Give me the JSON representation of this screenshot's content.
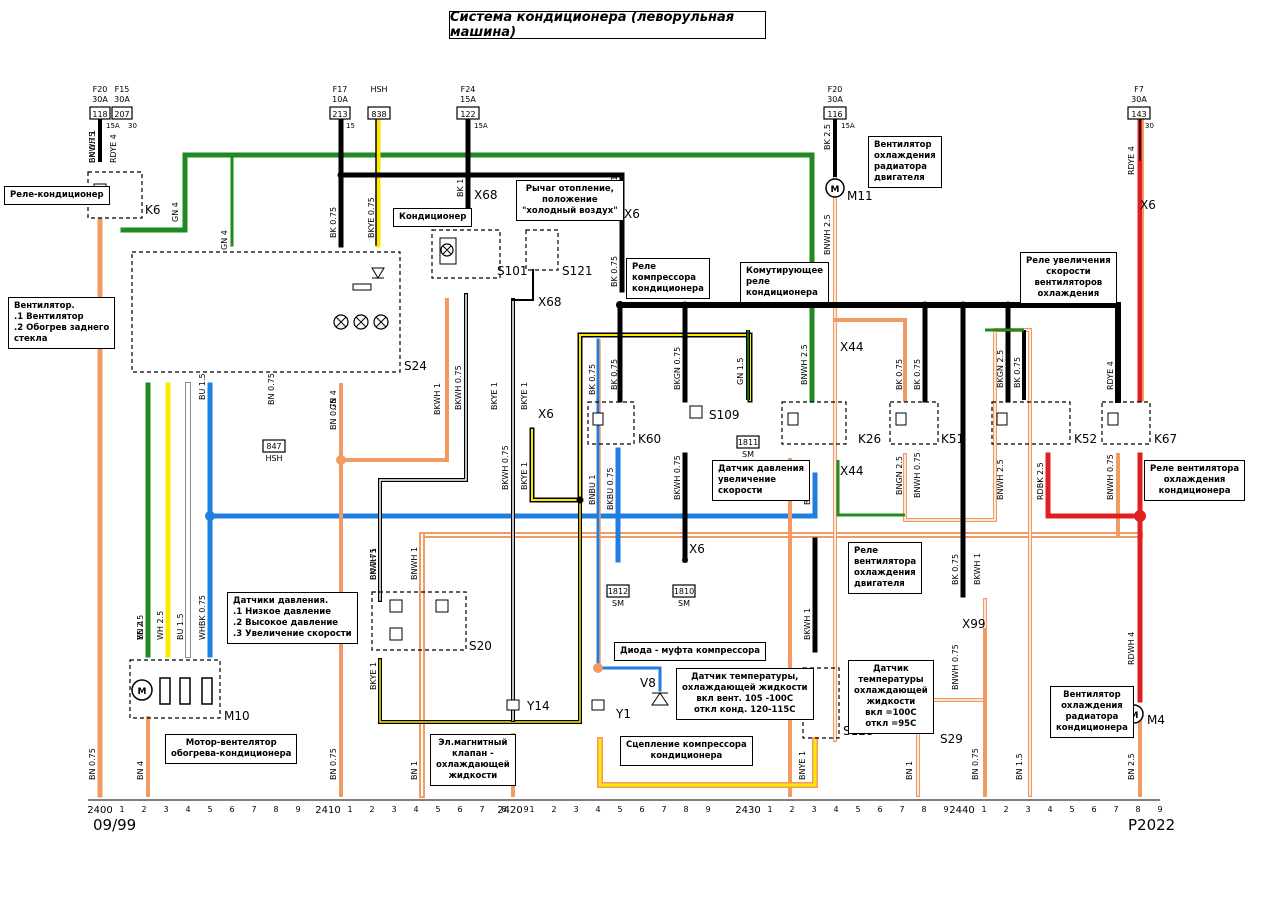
{
  "title": "Система кондиционера (леворульная машина)",
  "date_code": "09/99",
  "page_code": "P2022",
  "fuses": [
    {
      "id": "f20a",
      "label": "F20",
      "rating": "30A",
      "num": "118",
      "term": "15A"
    },
    {
      "id": "f15",
      "label": "F15",
      "rating": "30A",
      "num": "207",
      "term": "30"
    },
    {
      "id": "f17",
      "label": "F17",
      "rating": "10A",
      "num": "213",
      "term": "15"
    },
    {
      "id": "hsh",
      "label": "HSH",
      "rating": "",
      "num": "838",
      "term": ""
    },
    {
      "id": "f24",
      "label": "F24",
      "rating": "15A",
      "num": "122",
      "term": "15A"
    },
    {
      "id": "f20b",
      "label": "F20",
      "rating": "30A",
      "num": "116",
      "term": "15A"
    },
    {
      "id": "f7",
      "label": "F7",
      "rating": "30A",
      "num": "143",
      "term": "30"
    }
  ],
  "components": {
    "k6": "K6",
    "k60": "K60",
    "k26": "K26",
    "k51": "K51",
    "k52": "K52",
    "k67": "K67",
    "s24": "S24",
    "s101": "S101",
    "s121": "S121",
    "s109": "S109",
    "s20": "S20",
    "s128": "S128",
    "s29": "S29",
    "m10": "M10",
    "m11": "M11",
    "m4": "M4",
    "y14": "Y14",
    "y1": "Y1",
    "v8": "V8",
    "x68a": "X68",
    "x68b": "X68",
    "x6a": "X6",
    "x6b": "X6",
    "x6c": "X6",
    "x6d": "X6",
    "x44a": "X44",
    "x44b": "X44",
    "x99": "X99"
  },
  "ground_points": [
    {
      "num": "1811",
      "label": "SM"
    },
    {
      "num": "1812",
      "label": "SM"
    },
    {
      "num": "1810",
      "label": "SM"
    },
    {
      "num": "847",
      "label": "HSH"
    }
  ],
  "notes": {
    "rele_kond": "Реле-кондиционер",
    "ventilator": "Вентилятор.\n.1 Вентилятор\n.2 Обогрев заднего\nстекла",
    "kondicioner": "Кондиционер",
    "rychag": "Рычаг отопление,\nположение\n\"холодный воздух\"",
    "rele_kompr": "Реле\nкомпрессора\nкондиционера",
    "komut_rele": "Комутирующее\nреле\nкондиционера",
    "vent_rad_top": "Вентилятор\nохлаждения\nрадиатора\nдвигателя",
    "rele_uvel": "Реле увеличения\nскорости\nвентиляторов\nохлаждения",
    "datchik_davl": "Датчик давления\nувеличение\nскорости",
    "rele_vent_kond": "Реле вентилятора\nохлаждения\nкондиционера",
    "rele_vent_dvig": "Реле\nвентилятора\nохлаждения\nдвигателя",
    "datchiki_davl": "Датчики давления.\n.1 Низкое давление\n.2 Высокое давление\n.3 Увеличение скорости",
    "motor_vent": "Мотор-вентелятор\nобогрева-кондиционера",
    "dioda": "Диода - муфта компрессора",
    "datchik_temp1": "Датчик температуры,\nохлаждающей жидкости\nвкл вент. 105 -100C\nоткл конд. 120-115C",
    "scep": "Сцепление компрессора\nкондиционера",
    "klapan": "Эл.магнитный\nклапан -\nохлаждающей\nжидкости",
    "datchik_temp2": "Датчик\nтемпературы\nохлаждающей\nжидкости\nвкл =100C\nоткл =95C",
    "vent_rad_bot": "Вентилятор\nохлаждения\nрадиатора\nкондиционера"
  },
  "wire_labels": [
    {
      "id": "w1",
      "text": "BK 0.75"
    },
    {
      "id": "w2",
      "text": "RDYE 4"
    },
    {
      "id": "w3",
      "text": "GN 4"
    },
    {
      "id": "w4",
      "text": "BK 0.75"
    },
    {
      "id": "w5",
      "text": "BKYE 0.75"
    },
    {
      "id": "w6",
      "text": "BK 1"
    },
    {
      "id": "w7",
      "text": "BK 1"
    },
    {
      "id": "w8",
      "text": "BK 0.75"
    },
    {
      "id": "w9",
      "text": "BK 2.5"
    },
    {
      "id": "w10",
      "text": "BNWH 2.5"
    },
    {
      "id": "w11",
      "text": "RDYE 4"
    },
    {
      "id": "w12",
      "text": "GN 4"
    },
    {
      "id": "w13",
      "text": "YE 2.5"
    },
    {
      "id": "w14",
      "text": "WH 2.5"
    },
    {
      "id": "w15",
      "text": "BU 1.5"
    },
    {
      "id": "w16",
      "text": "BU 1.5"
    },
    {
      "id": "w17",
      "text": "WHBK 0.75"
    },
    {
      "id": "w18",
      "text": "BN 0.75"
    },
    {
      "id": "w19",
      "text": "BN 0.75"
    },
    {
      "id": "w20",
      "text": "BKWH 1"
    },
    {
      "id": "w21",
      "text": "BKWH 0.75"
    },
    {
      "id": "w22",
      "text": "BKYE 1"
    },
    {
      "id": "w23",
      "text": "BKYE 1"
    },
    {
      "id": "w24",
      "text": "BK 0.75"
    },
    {
      "id": "w25",
      "text": "BK 0.75"
    },
    {
      "id": "w26",
      "text": "BKGN 0.75"
    },
    {
      "id": "w27",
      "text": "GN 1.5"
    },
    {
      "id": "w28",
      "text": "BNWH 2.5"
    },
    {
      "id": "w29",
      "text": "BK 0.75"
    },
    {
      "id": "w30",
      "text": "BK 0.75"
    },
    {
      "id": "w31",
      "text": "BKGN 2.5"
    },
    {
      "id": "w32",
      "text": "BK 0.75"
    },
    {
      "id": "w33",
      "text": "RDYE 4"
    },
    {
      "id": "w34",
      "text": "BNBU 1"
    },
    {
      "id": "w35",
      "text": "BKBU 0.75"
    },
    {
      "id": "w36",
      "text": "BKWH 0.75"
    },
    {
      "id": "w37",
      "text": "BKWH 0.75"
    },
    {
      "id": "w38",
      "text": "BKYE 1"
    },
    {
      "id": "w39",
      "text": "BN 0.75"
    },
    {
      "id": "w40",
      "text": "BU 1.5"
    },
    {
      "id": "w41",
      "text": "BNGN 2.5"
    },
    {
      "id": "w42",
      "text": "BNWH 0.75"
    },
    {
      "id": "w43",
      "text": "BNWH 2.5"
    },
    {
      "id": "w44",
      "text": "RDBK 2.5"
    },
    {
      "id": "w45",
      "text": "BNWH 0.75"
    },
    {
      "id": "w46",
      "text": "BKWH 1"
    },
    {
      "id": "w47",
      "text": "BNWH 1"
    },
    {
      "id": "w48",
      "text": "BKYE 1"
    },
    {
      "id": "w49",
      "text": "BKWH 1"
    },
    {
      "id": "w50",
      "text": "BK 0.75"
    },
    {
      "id": "w51",
      "text": "BNWH 0.75"
    },
    {
      "id": "w52",
      "text": "RDWH 4"
    },
    {
      "id": "w53",
      "text": "BN 0.75"
    },
    {
      "id": "w54",
      "text": "BN 4"
    },
    {
      "id": "w55",
      "text": "BN 0.75"
    },
    {
      "id": "w56",
      "text": "BN 1"
    },
    {
      "id": "w57",
      "text": "BN 0.75"
    },
    {
      "id": "w58",
      "text": "BNYE 1"
    },
    {
      "id": "w59",
      "text": "BN 1"
    },
    {
      "id": "w60",
      "text": "BN 0.75"
    },
    {
      "id": "w61",
      "text": "BN 1.5"
    },
    {
      "id": "w62",
      "text": "BN 2.5"
    },
    {
      "id": "w63",
      "text": "BN 4"
    },
    {
      "id": "w64",
      "text": "GN 4"
    },
    {
      "id": "w65",
      "text": "BN 0.75"
    },
    {
      "id": "w66",
      "text": "BKWH 1"
    },
    {
      "id": "w67",
      "text": "BNWH 1"
    }
  ],
  "scale": {
    "groups": [
      "2400",
      "2410",
      "2420",
      "2430",
      "2440"
    ],
    "digits": [
      "1",
      "2",
      "3",
      "4",
      "5",
      "6",
      "7",
      "8",
      "9"
    ]
  },
  "colors": {
    "black": "#000000",
    "green": "#1f8a1f",
    "orange": "#f39a63",
    "yellow": "#ffe800",
    "blue": "#1f7fe0",
    "red": "#e02020",
    "white": "#ffffff",
    "gray": "#8c8c8c"
  }
}
